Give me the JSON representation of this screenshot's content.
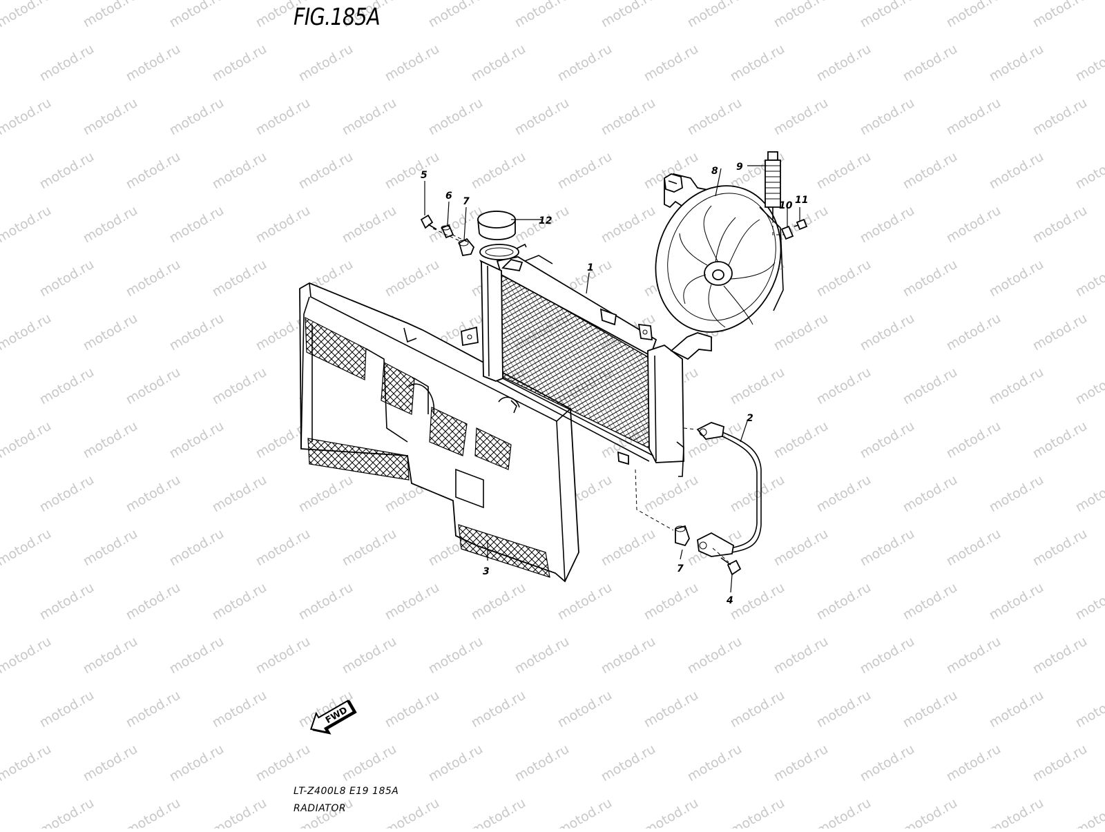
{
  "figure": {
    "title": "FIG.185A",
    "model_code": "LT-Z400L8  E19  185A",
    "section_name": "RADIATOR",
    "watermark": "motod.ru",
    "fwd_label": "FWD"
  },
  "callouts": [
    {
      "id": "1",
      "label": "1"
    },
    {
      "id": "2",
      "label": "2"
    },
    {
      "id": "3",
      "label": "3"
    },
    {
      "id": "4",
      "label": "4"
    },
    {
      "id": "5",
      "label": "5"
    },
    {
      "id": "6",
      "label": "6"
    },
    {
      "id": "7a",
      "label": "7"
    },
    {
      "id": "7b",
      "label": "7"
    },
    {
      "id": "8",
      "label": "8"
    },
    {
      "id": "9",
      "label": "9"
    },
    {
      "id": "10",
      "label": "10"
    },
    {
      "id": "11",
      "label": "11"
    },
    {
      "id": "12",
      "label": "12"
    }
  ]
}
